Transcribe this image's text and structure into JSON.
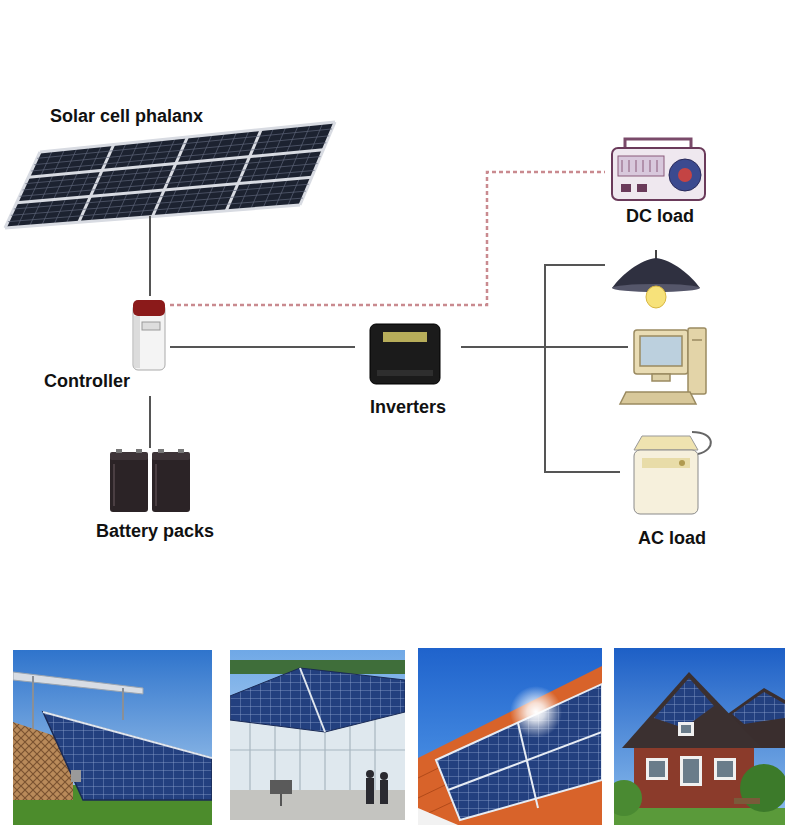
{
  "diagram": {
    "nodes": [
      {
        "text": [
          "Solar cell phalanx"
        ]
      },
      {
        "text": [
          "DC load"
        ]
      },
      {
        "text": [
          "Controller"
        ]
      },
      {
        "text": [
          "Inverters"
        ]
      },
      {
        "text": [
          "Battery packs"
        ]
      },
      {
        "text": [
          "AC load"
        ]
      }
    ],
    "edges": [
      {
        "from": 0,
        "to": 2,
        "arrow": "none"
      },
      {
        "from": 2,
        "to": 4,
        "arrow": "none"
      },
      {
        "from": 2,
        "to": 3,
        "arrow": "none"
      },
      {
        "from": 2,
        "to": 1,
        "arrow": "none"
      },
      {
        "from": 3,
        "to": 5,
        "arrow": "none"
      }
    ]
  }
}
